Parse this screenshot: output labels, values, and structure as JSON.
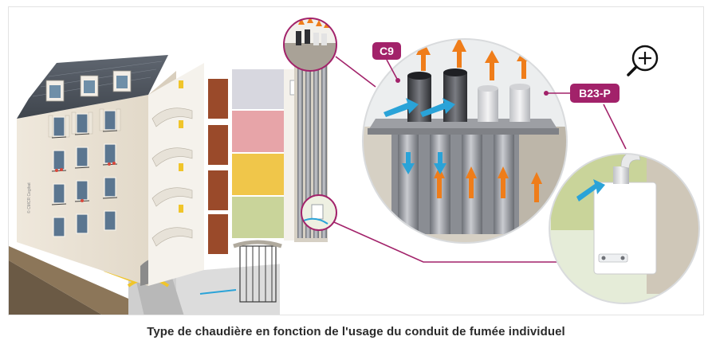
{
  "figure": {
    "caption": "Type de chaudière en fonction de l'usage du conduit de fumée individuel",
    "credit": "© CMCR Cegibat",
    "labels": {
      "c9": "C9",
      "b23p": "B23-P"
    },
    "icons": {
      "zoom": "zoom-in-icon"
    },
    "colors": {
      "accent_magenta": "#a2226a",
      "arrow_orange": "#ef7d1a",
      "arrow_blue": "#2aa3d8",
      "pipe_gray": "#8d9096",
      "wall_cream": "#f1ece3"
    }
  }
}
